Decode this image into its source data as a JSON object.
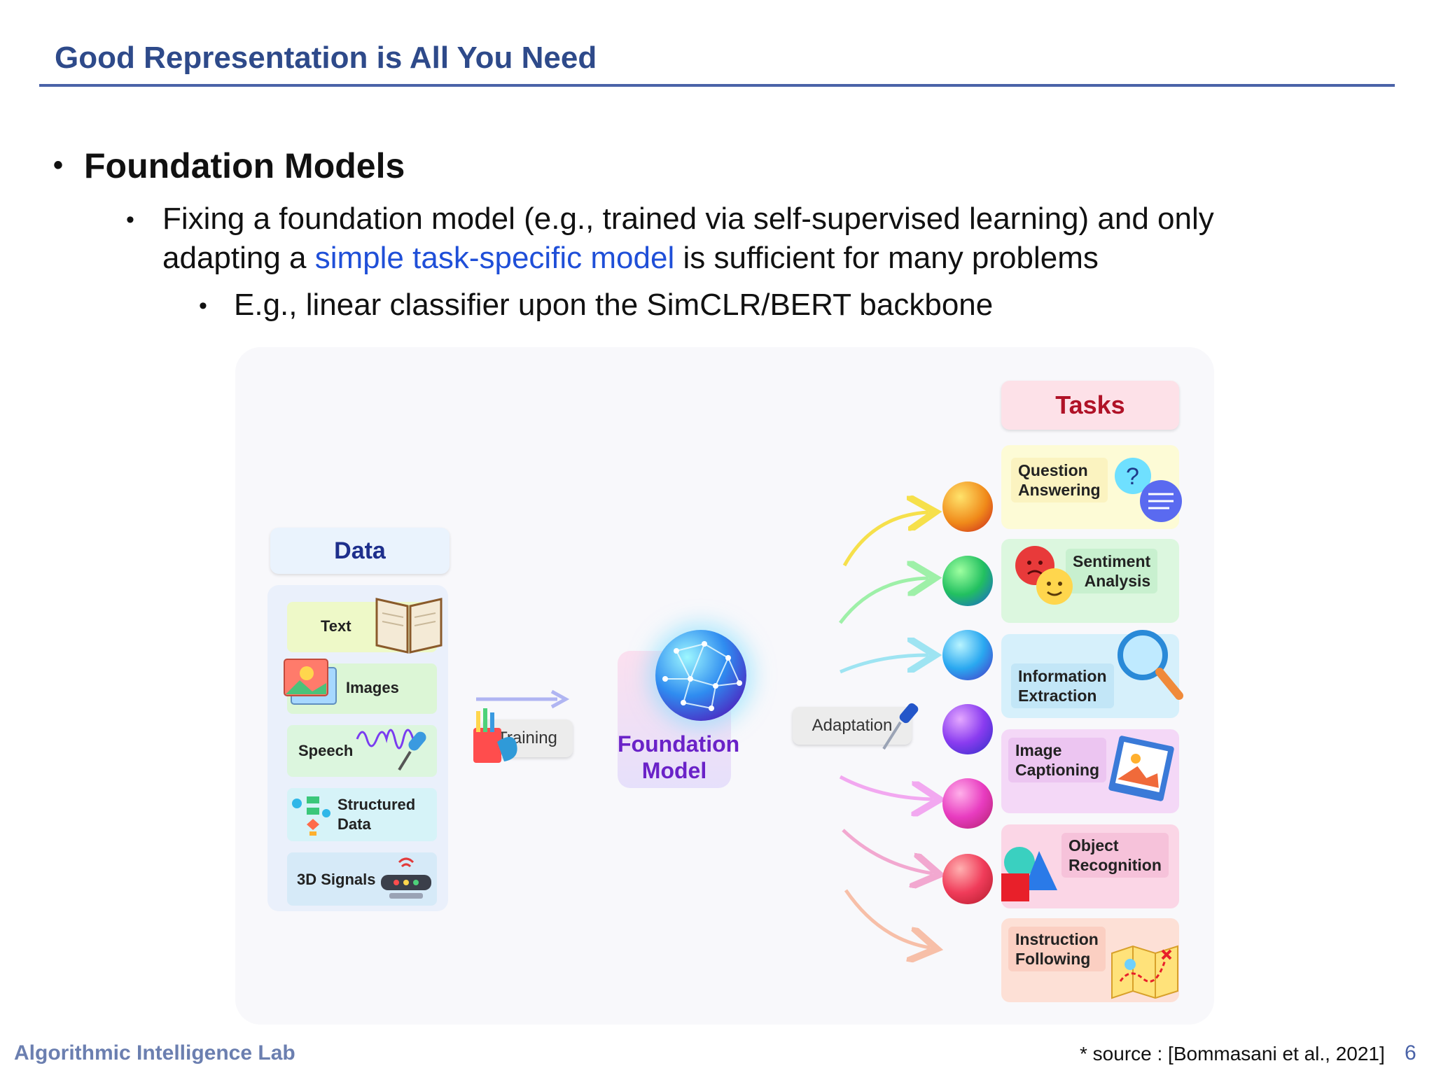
{
  "slide": {
    "title": "Good Representation is All You Need",
    "bullet1": "Foundation Models",
    "bullet2_a": "Fixing a foundation model (e.g., trained via self-supervised learning) and only",
    "bullet2_b": "adapting a ",
    "bullet2_link": "simple task-specific model",
    "bullet2_c": " is sufficient for many problems",
    "bullet3": "E.g., linear classifier upon the SimCLR/BERT backbone",
    "bullet_glyph": "•"
  },
  "figure": {
    "data_header": "Data",
    "data_items": [
      "Text",
      "Images",
      "Speech",
      "Structured Data",
      "3D Signals"
    ],
    "structured_line1": "Structured",
    "structured_line2": "Data",
    "training": "Training",
    "foundation_line1": "Foundation",
    "foundation_line2": "Model",
    "adaptation": "Adaptation",
    "tasks_header": "Tasks",
    "tasks": [
      {
        "line1": "Question",
        "line2": "Answering"
      },
      {
        "line1": "Sentiment",
        "line2": "Analysis"
      },
      {
        "line1": "Information",
        "line2": "Extraction"
      },
      {
        "line1": "Image",
        "line2": "Captioning"
      },
      {
        "line1": "Object",
        "line2": "Recognition"
      },
      {
        "line1": "Instruction",
        "line2": "Following"
      }
    ]
  },
  "footer": {
    "lab": "Algorithmic Intelligence Lab",
    "source": "* source : [Bommasani et al., 2021]",
    "page": "6"
  }
}
